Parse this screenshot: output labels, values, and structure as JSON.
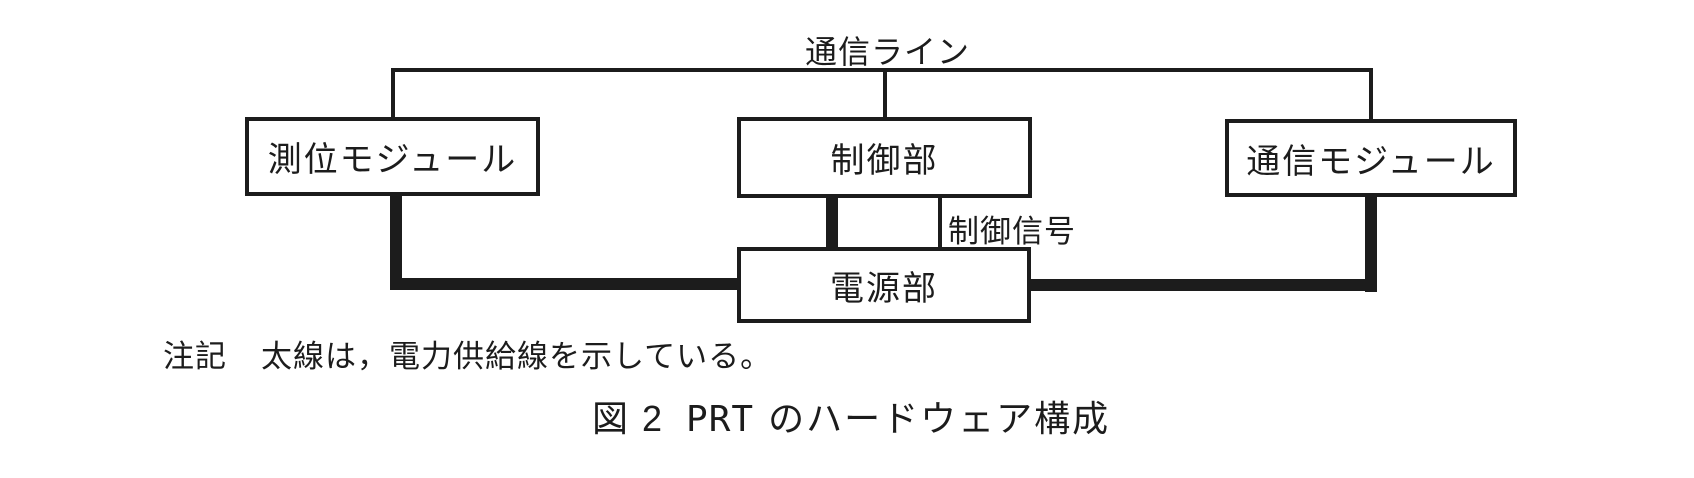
{
  "figure": {
    "communication_line_label": "通信ライン",
    "control_signal_label": "制御信号",
    "boxes": {
      "positioning_module": "測位モジュール",
      "control_unit": "制御部",
      "communication_module": "通信モジュール",
      "power_unit": "電源部"
    },
    "connections": [
      {
        "type": "communication-line",
        "between": [
          "測位モジュール",
          "制御部",
          "通信モジュール"
        ]
      },
      {
        "type": "power-supply-thick-line",
        "between": [
          "電源部",
          "測位モジュール"
        ]
      },
      {
        "type": "power-supply-thick-line",
        "between": [
          "電源部",
          "制御部"
        ]
      },
      {
        "type": "power-supply-thick-line",
        "between": [
          "電源部",
          "通信モジュール"
        ]
      },
      {
        "type": "control-signal-line",
        "between": [
          "制御部",
          "電源部"
        ]
      }
    ],
    "note": {
      "prefix": "注記",
      "text": "太線は，電力供給線を示している。"
    },
    "caption": {
      "number": "図 2",
      "code": "PRT",
      "title": "のハードウェア構成"
    },
    "colors": {
      "ink": "#1c1c1c",
      "background": "#ffffff"
    }
  }
}
